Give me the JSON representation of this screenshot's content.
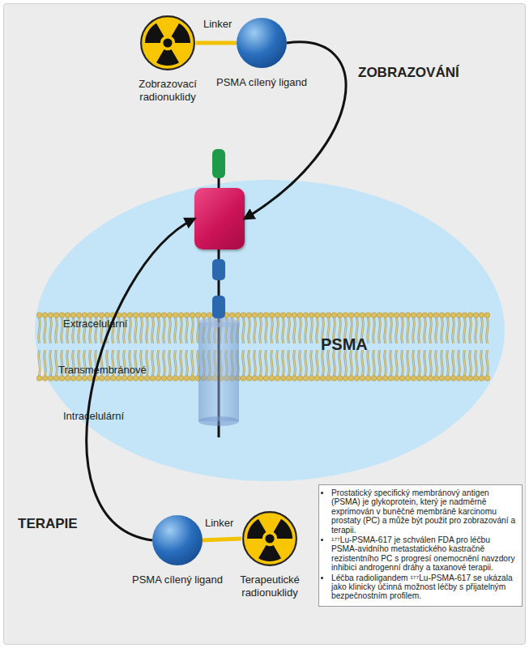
{
  "diagram": {
    "nodes": [
      {
        "text": [
          "Zobrazovací radionuklidy"
        ]
      },
      {
        "text": [
          "PSMA cílený ligand"
        ]
      },
      {
        "text": [
          "PSMA"
        ]
      },
      {
        "text": [
          "PSMA cílený ligand"
        ]
      },
      {
        "text": [
          "Terapeutické radionuklidy"
        ]
      },
      {
        "text": [
          "Prostatický specifický membránový antigen (PSMA) je glykoprotein, který je nadměrně exprimován v buněčné membráně karcinomu prostaty (PC) a může být použit pro zobrazování a terapii.",
          "¹⁷⁷Lu-PSMA-617 je schválen FDA pro léčbu PSMA-avidního metastatického kastračně rezistentního PC s progresí onemocnění navzdory inhibici androgenní dráhy a taxanové terapii.",
          "Léčba radioligandem ¹⁷⁷Lu-PSMA-617 se ukázala jako klinicky účinná možnost léčby s přijatelným bezpečnostním profilem."
        ]
      }
    ],
    "edges": [
      {
        "from": 0,
        "to": 1,
        "label": "Linker",
        "arrow": "none"
      },
      {
        "from": 1,
        "to": 2,
        "label": "ZOBRAZOVÁNÍ",
        "arrow": "to"
      },
      {
        "from": 3,
        "to": 4,
        "label": "Linker",
        "arrow": "none"
      },
      {
        "from": 3,
        "to": 2,
        "label": "TERAPIE",
        "arrow": "to"
      }
    ],
    "labels": [
      "Extracelulární",
      "Transmembránové",
      "Intracelulární"
    ]
  }
}
